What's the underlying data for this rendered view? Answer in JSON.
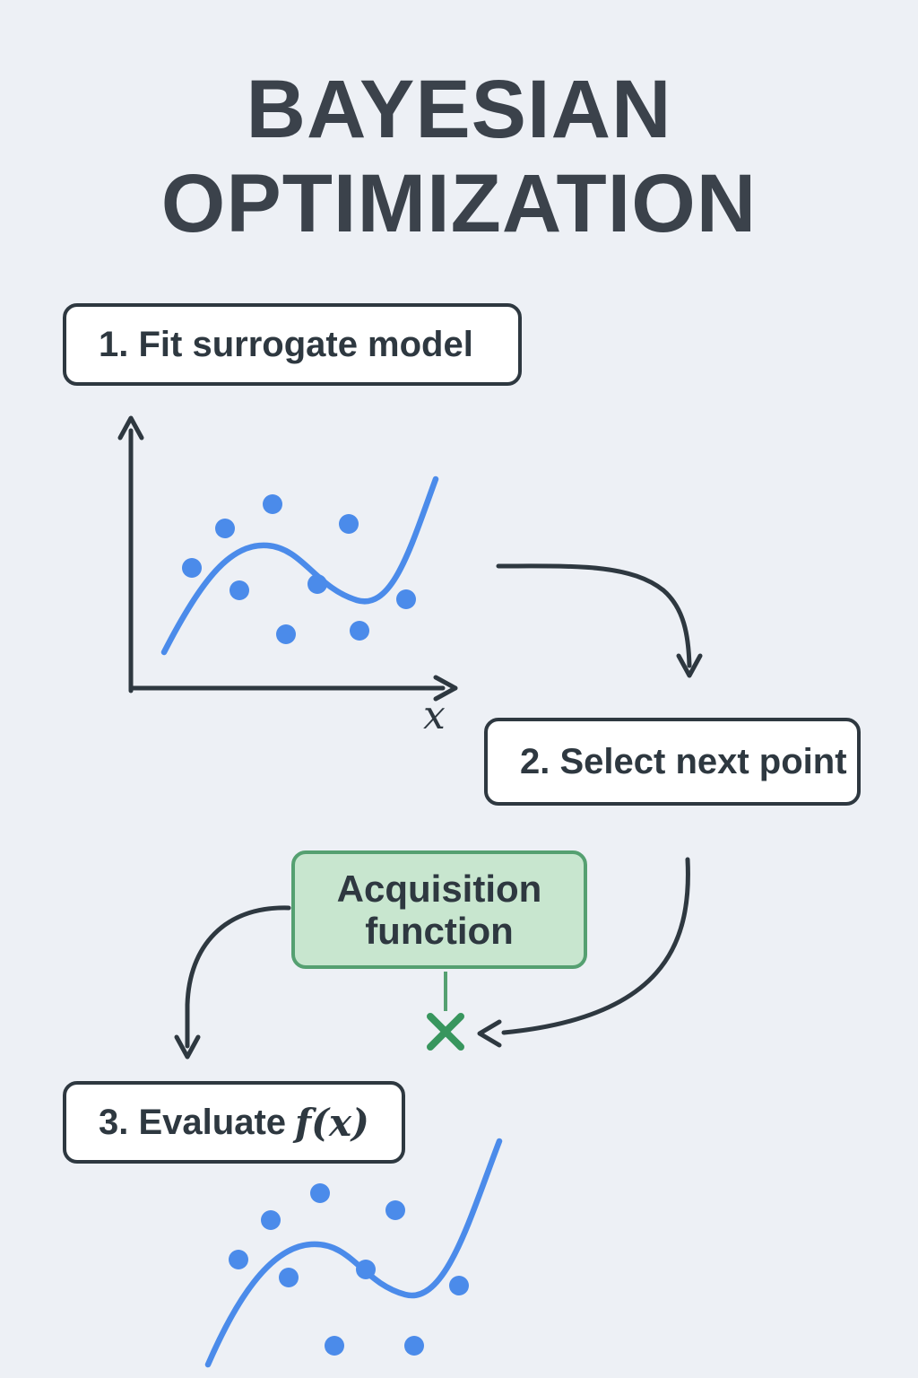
{
  "title": {
    "line1": "BAYESIAN",
    "line2": "OPTIMIZATION"
  },
  "steps": {
    "step1": {
      "label": "1. Fit surrogate model"
    },
    "step2": {
      "label": "2. Select next point"
    },
    "step3": {
      "prefix": "3. Evaluate",
      "math": "f(x)"
    }
  },
  "acquisition_box": {
    "line1": "Acquisition",
    "line2": "function"
  },
  "plot1": {
    "x_axis_label": "x"
  },
  "figures": {
    "surrogate_plot": {
      "points": [
        [
          214,
          633
        ],
        [
          251,
          589
        ],
        [
          267,
          658
        ],
        [
          304,
          562
        ],
        [
          319,
          707
        ],
        [
          354,
          651
        ],
        [
          389,
          584
        ],
        [
          401,
          703
        ],
        [
          453,
          668
        ]
      ]
    },
    "evaluate_plot": {
      "points": [
        [
          357,
          1330
        ],
        [
          302,
          1360
        ],
        [
          441,
          1349
        ],
        [
          266,
          1404
        ],
        [
          322,
          1424
        ],
        [
          408,
          1415
        ],
        [
          512,
          1433
        ],
        [
          373,
          1500
        ],
        [
          462,
          1500
        ]
      ]
    }
  },
  "colors": {
    "background": "#edf0f5",
    "ink": "#2e3840",
    "curve_blue": "#4b8bea",
    "acquisition_fill": "#c8e6cf",
    "acquisition_border": "#55a071",
    "x_mark_green": "#38965e"
  }
}
